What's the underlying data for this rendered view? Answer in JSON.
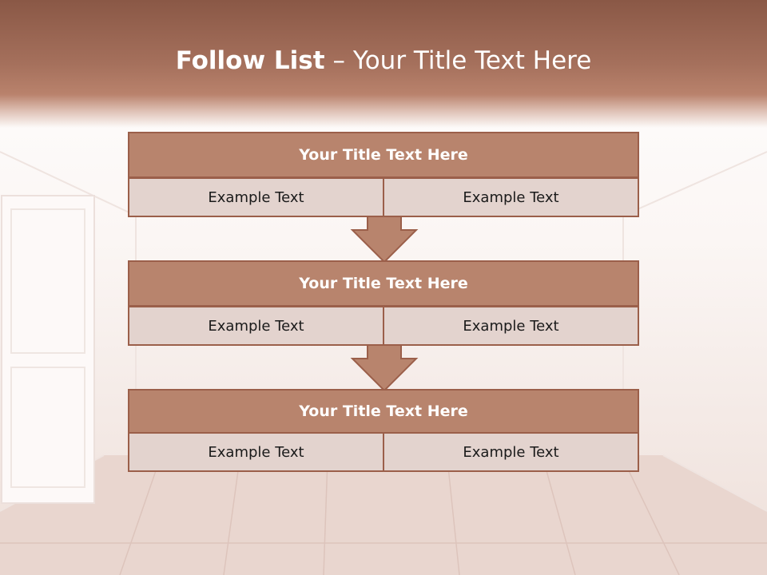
{
  "title": {
    "bold": "Follow List",
    "rest": "– Your Title Text Here"
  },
  "blocks": [
    {
      "title": "Your Title Text Here",
      "left": "Example Text",
      "right": "Example Text"
    },
    {
      "title": "Your Title Text Here",
      "left": "Example Text",
      "right": "Example Text"
    },
    {
      "title": "Your Title Text Here",
      "left": "Example Text",
      "right": "Example Text"
    }
  ],
  "colors": {
    "header_band": "#a5705c",
    "block_header": "#b8846d",
    "block_border": "#9b5f4a",
    "cell_fill": "#e3d3ce"
  },
  "icons": [
    "down-arrow-icon",
    "down-arrow-icon"
  ]
}
